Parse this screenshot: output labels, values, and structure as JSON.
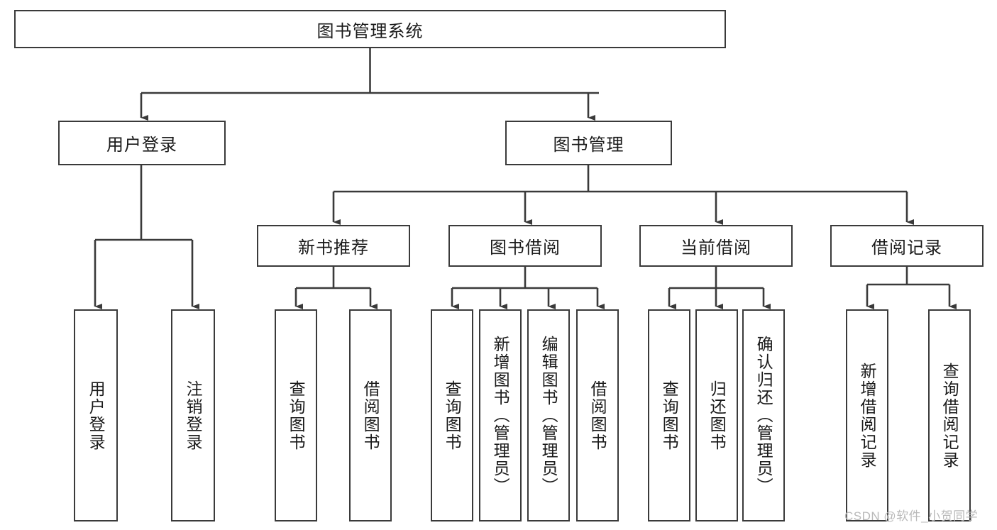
{
  "diagram": {
    "type": "tree-hierarchy",
    "title": "图书管理系统",
    "root": {
      "id": "root",
      "label": "图书管理系统"
    },
    "level2": [
      {
        "id": "user-login",
        "label": "用户登录"
      },
      {
        "id": "book-manage",
        "label": "图书管理"
      }
    ],
    "level3": [
      {
        "id": "new-book-recommend",
        "label": "新书推荐",
        "parent": "book-manage"
      },
      {
        "id": "book-borrow",
        "label": "图书借阅",
        "parent": "book-manage"
      },
      {
        "id": "current-borrow",
        "label": "当前借阅",
        "parent": "book-manage"
      },
      {
        "id": "borrow-record",
        "label": "借阅记录",
        "parent": "book-manage"
      }
    ],
    "leaves": [
      {
        "id": "leaf-user-login",
        "label": "用户登录",
        "parent": "user-login"
      },
      {
        "id": "leaf-user-logout",
        "label": "注销登录",
        "parent": "user-login"
      },
      {
        "id": "leaf-query-book-1",
        "label": "查询图书",
        "parent": "new-book-recommend"
      },
      {
        "id": "leaf-borrow-book-1",
        "label": "借阅图书",
        "parent": "new-book-recommend"
      },
      {
        "id": "leaf-query-book-2",
        "label": "查询图书",
        "parent": "book-borrow"
      },
      {
        "id": "leaf-add-book",
        "label": "新增图书（管理员）",
        "parent": "book-borrow"
      },
      {
        "id": "leaf-edit-book",
        "label": "编辑图书（管理员）",
        "parent": "book-borrow"
      },
      {
        "id": "leaf-borrow-book-2",
        "label": "借阅图书",
        "parent": "book-borrow"
      },
      {
        "id": "leaf-query-book-3",
        "label": "查询图书",
        "parent": "current-borrow"
      },
      {
        "id": "leaf-return-book",
        "label": "归还图书",
        "parent": "current-borrow"
      },
      {
        "id": "leaf-confirm-return",
        "label": "确认归还（管理员）",
        "parent": "current-borrow"
      },
      {
        "id": "leaf-add-record",
        "label": "新增借阅记录",
        "parent": "borrow-record"
      },
      {
        "id": "leaf-query-record",
        "label": "查询借阅记录",
        "parent": "borrow-record"
      }
    ],
    "colors": {
      "stroke": "#3a3a3a",
      "background": "#ffffff",
      "text": "#1a1a1a",
      "watermark": "#b9b9b9"
    }
  },
  "watermark": {
    "text": "CSDN @软件_小贺同学"
  }
}
